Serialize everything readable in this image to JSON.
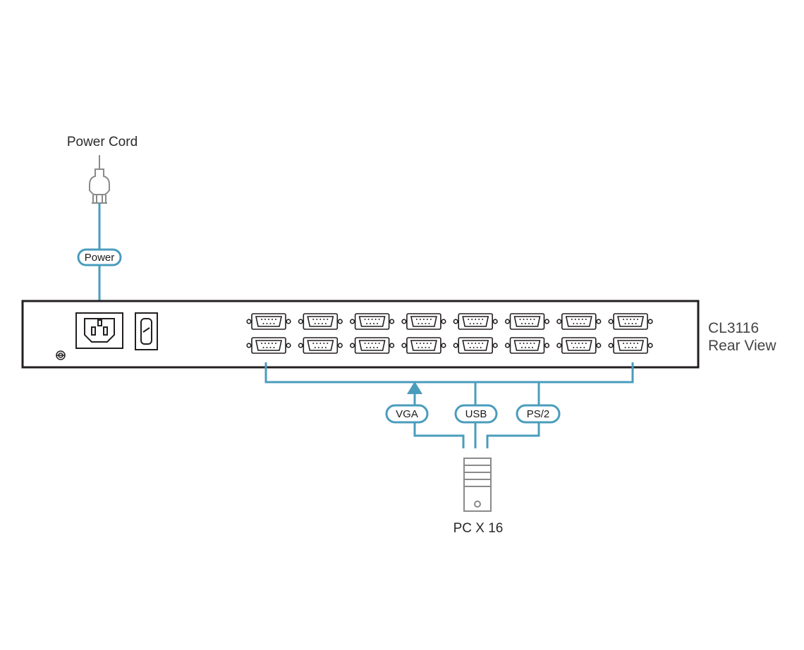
{
  "colors": {
    "cable": "#4a9cbd",
    "outline": "#231f20",
    "gray": "#8a8a8a"
  },
  "power_cord": {
    "label": "Power Cord",
    "icon": "power-plug-icon"
  },
  "cable_labels": {
    "power": "Power",
    "vga": "VGA",
    "usb": "USB",
    "ps2": "PS/2"
  },
  "device": {
    "model": "CL3116",
    "view": "Rear View",
    "port_count": 16,
    "icons": [
      "power-socket-icon",
      "power-switch-icon",
      "ground-screw-icon",
      "vga-port-icon"
    ]
  },
  "pc": {
    "label": "PC X 16",
    "icon": "pc-tower-icon"
  }
}
